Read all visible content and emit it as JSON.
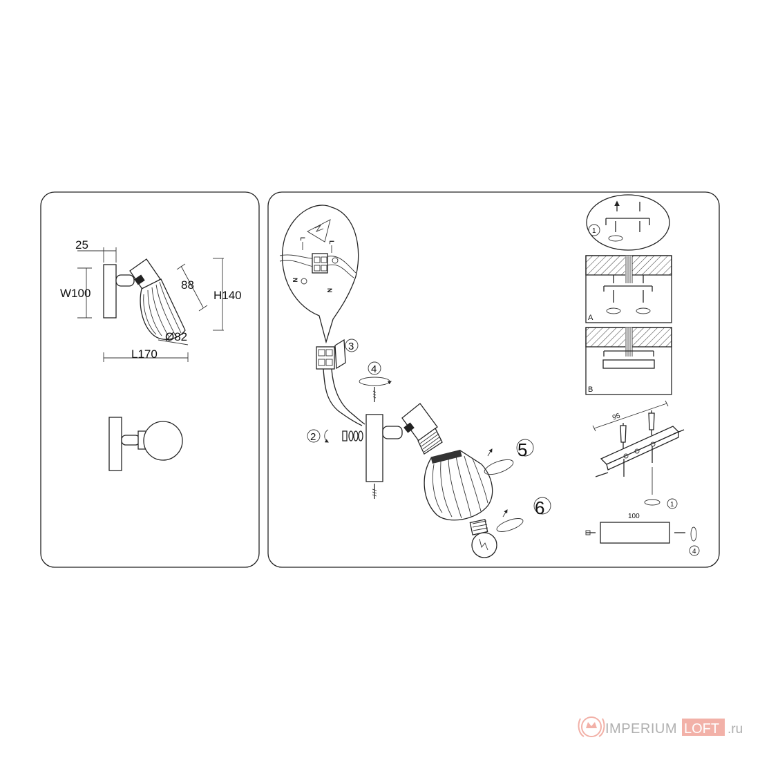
{
  "dimensions": {
    "depth": "25",
    "width": "W100",
    "shade_length": "88",
    "height": "H140",
    "diameter": "Ø82",
    "length": "L170"
  },
  "steps": {
    "s1": "1",
    "s2": "2",
    "s3": "3",
    "s4": "4",
    "s5": "5",
    "s6": "6"
  },
  "wiring": {
    "l1": "L",
    "l2": "L",
    "n1": "N",
    "n2": "N"
  },
  "mounting": {
    "label_a": "A",
    "label_b": "B",
    "bracket_width": "95",
    "plate_width": "100"
  },
  "watermark": {
    "part1": "IMPERIUM",
    "part2": "LOFT",
    "part3": ".ru"
  },
  "colors": {
    "line": "#222222",
    "watermark_grey": "#b0b0b0",
    "watermark_red": "#f2b1a8"
  }
}
